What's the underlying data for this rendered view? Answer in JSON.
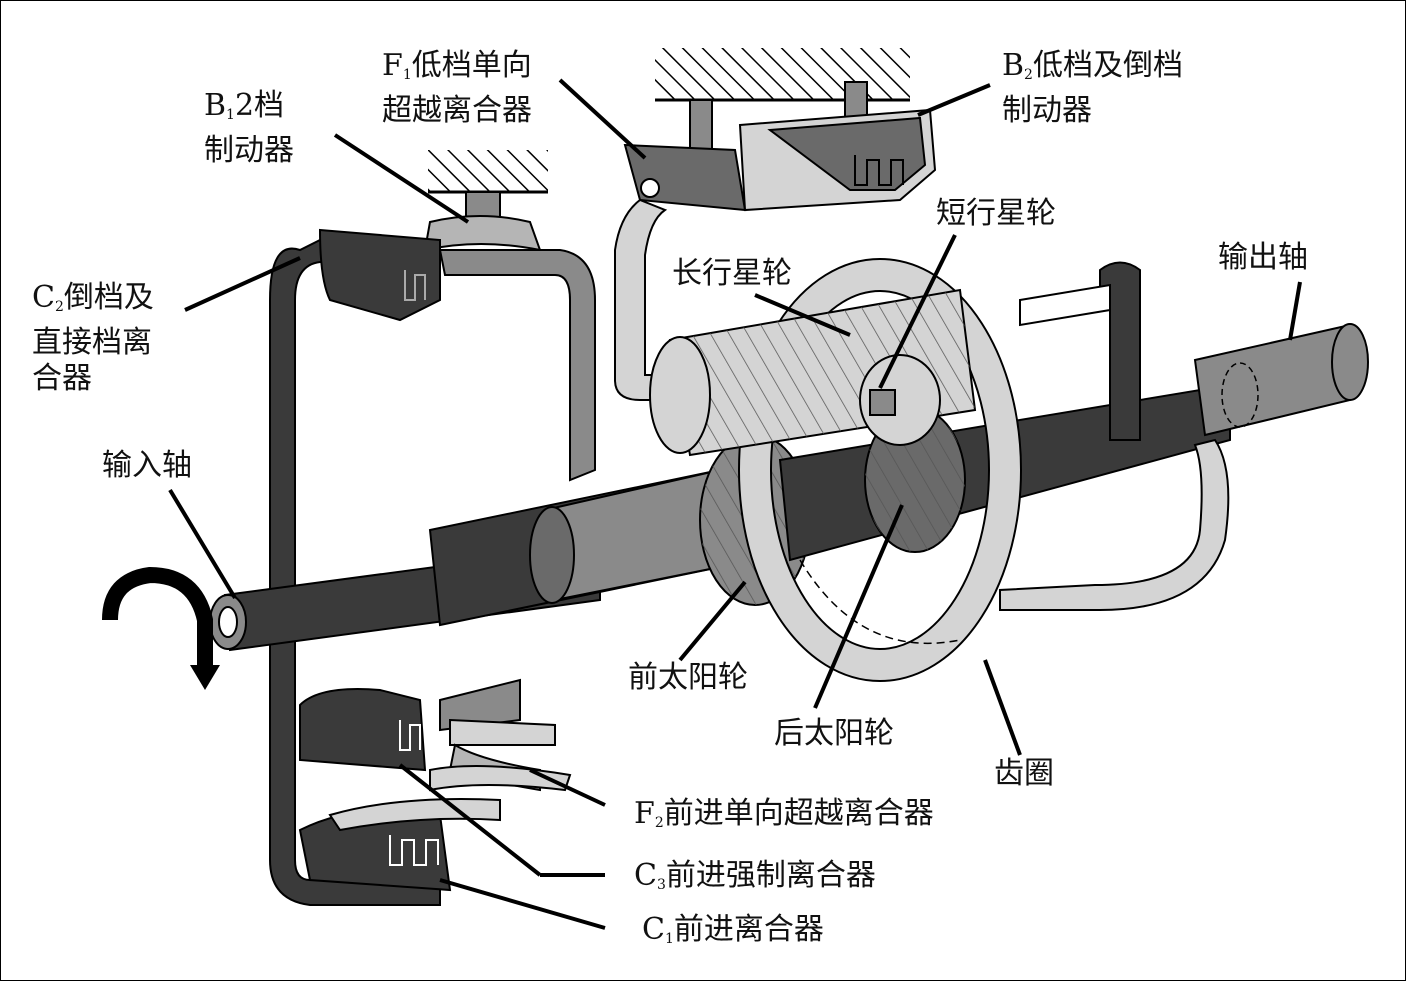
{
  "diagram": {
    "subject": "Ravigneaux planetary gear automatic transmission structure",
    "colors": {
      "dark_part": "#3a3a3a",
      "mid_part": "#8a8a8a",
      "light_part": "#d4d4d4",
      "outline": "#000000",
      "background": "#ffffff"
    },
    "labels": {
      "f1": {
        "prefix": "F",
        "sub": "1",
        "line1": "低档单向",
        "line2": "超越离合器"
      },
      "b1": {
        "prefix": "B",
        "sub": "1",
        "line1": "2档",
        "line2": "制动器"
      },
      "b2": {
        "prefix": "B",
        "sub": "2",
        "line1": "低档及倒档",
        "line2": "制动器"
      },
      "c2": {
        "prefix": "C",
        "sub": "2",
        "line1": "倒档及",
        "line2": "直接档离",
        "line3": "合器"
      },
      "short_planet": "短行星轮",
      "long_planet": "长行星轮",
      "output_shaft": "输出轴",
      "input_shaft": "输入轴",
      "front_sun": "前太阳轮",
      "rear_sun": "后太阳轮",
      "ring_gear": "齿圈",
      "f2": {
        "prefix": "F",
        "sub": "2",
        "text": "前进单向超越离合器"
      },
      "c3": {
        "prefix": "C",
        "sub": "3",
        "text": "前进强制离合器"
      },
      "c1": {
        "prefix": "C",
        "sub": "1",
        "text": "前进离合器"
      }
    }
  }
}
